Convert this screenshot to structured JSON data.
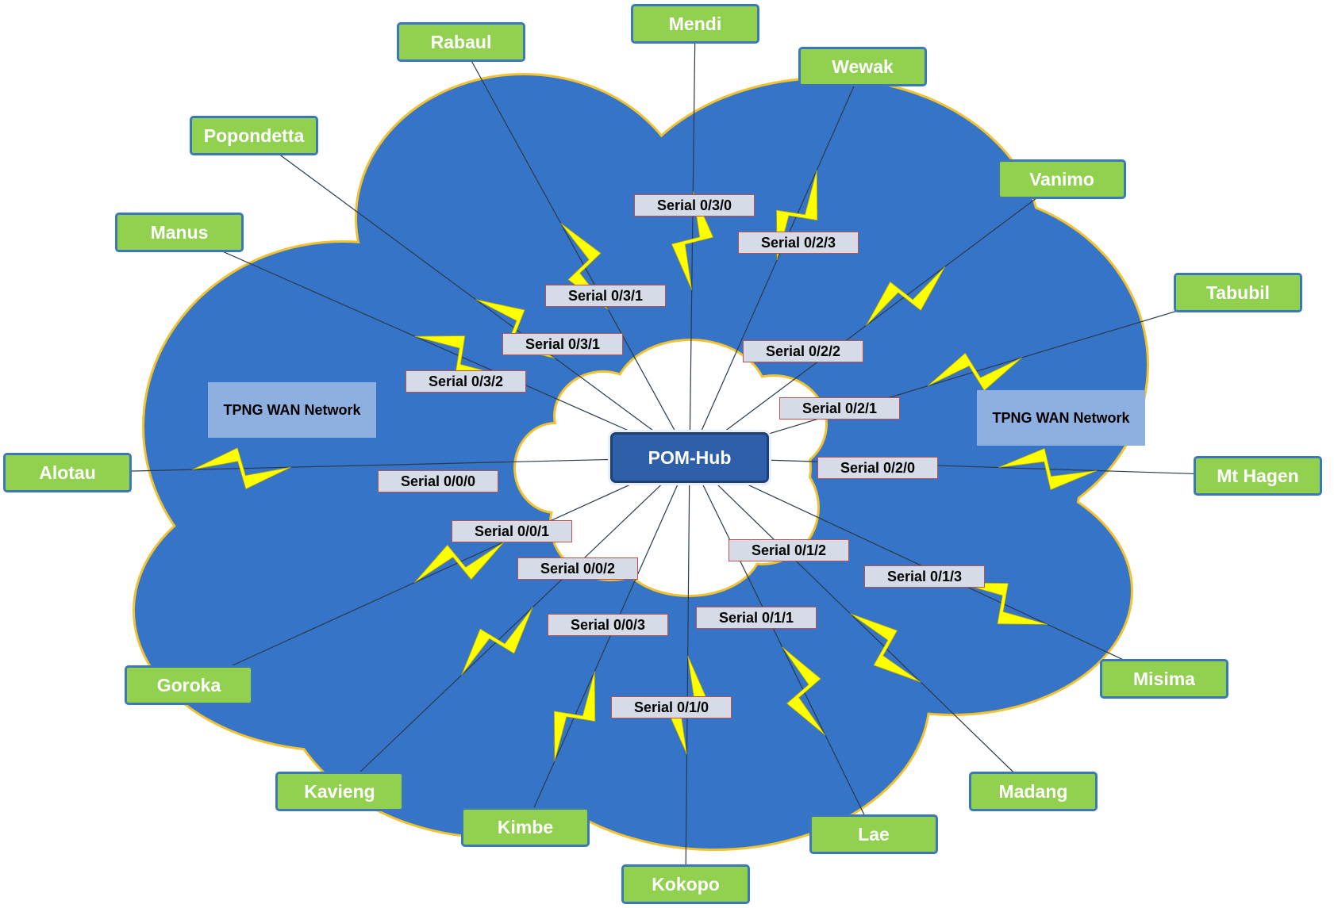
{
  "hub": {
    "label": "POM-Hub"
  },
  "regions": [
    {
      "key": "west",
      "label": "TPNG WAN Network"
    },
    {
      "key": "east",
      "label": "TPNG WAN Network"
    }
  ],
  "links": [
    {
      "site": "Rabaul",
      "interface": "Serial 0/3/1"
    },
    {
      "site": "Mendi",
      "interface": "Serial 0/3/0"
    },
    {
      "site": "Wewak",
      "interface": "Serial 0/2/3"
    },
    {
      "site": "Popondetta",
      "interface": "Serial 0/3/1"
    },
    {
      "site": "Vanimo",
      "interface": "Serial 0/2/2"
    },
    {
      "site": "Manus",
      "interface": "Serial 0/3/2"
    },
    {
      "site": "Tabubil",
      "interface": "Serial 0/2/1"
    },
    {
      "site": "Alotau",
      "interface": "Serial 0/0/0"
    },
    {
      "site": "Mt Hagen",
      "interface": "Serial 0/2/0"
    },
    {
      "site": "Goroka",
      "interface": "Serial 0/0/1"
    },
    {
      "site": "Kavieng",
      "interface": "Serial 0/0/2"
    },
    {
      "site": "Kimbe",
      "interface": "Serial 0/0/3"
    },
    {
      "site": "Kokopo",
      "interface": "Serial 0/1/0"
    },
    {
      "site": "Lae",
      "interface": "Serial 0/1/1"
    },
    {
      "site": "Madang",
      "interface": "Serial 0/1/2"
    },
    {
      "site": "Misima",
      "interface": "Serial 0/1/3"
    }
  ],
  "colors": {
    "cloud_fill": "#3674c8",
    "cloud_outline": "#f2c230",
    "site_fill": "#92d050",
    "site_border": "#3a78b8",
    "hub_fill": "#2e5fa8",
    "interface_fill": "#d6dce7",
    "interface_border": "#c0504d",
    "bolt_fill": "#ffff00",
    "region_fill": "#8eb0e0"
  }
}
